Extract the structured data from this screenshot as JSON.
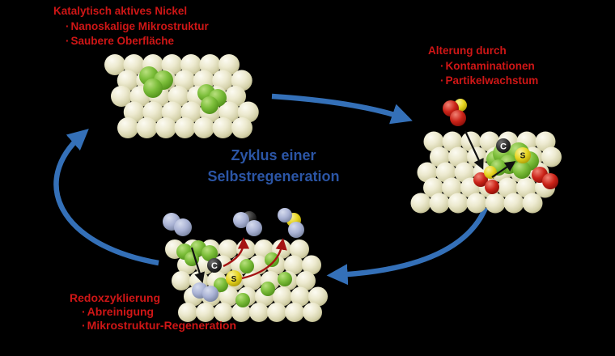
{
  "figure_title": {
    "line1": "Zyklus einer",
    "line2": "Selbstregeneration"
  },
  "bullet_char": "·",
  "stages": [
    {
      "title": "Katalytisch aktives Nickel",
      "bullets": [
        "Nanoskalige Mikrostruktur",
        "Saubere Oberfläche"
      ]
    },
    {
      "title": "Alterung durch",
      "bullets": [
        "Kontaminationen",
        "Partikelwachstum"
      ]
    },
    {
      "title": "Redoxzyklierung",
      "bullets": [
        "Abreinigung",
        "Mikrostruktur-Regeneration"
      ]
    }
  ],
  "atoms": {
    "carbon": "C",
    "sulfur": "S"
  },
  "colors": {
    "background": "#000000",
    "label_red": "#cf1616",
    "title_blue": "#2b55a5",
    "cycle_arrow_blue": "#3470b8",
    "desorption_arrow_red": "#a51313",
    "adsorption_arrow_black": "#111111",
    "nickel_cream": "#ece9cc",
    "contaminant_green": "#76b82f",
    "oxygen_red": "#c62121",
    "sulfur_yellow": "#e8d41f",
    "oxide_lavender": "#a9b2d4",
    "carbon_dark": "#2e2e2e"
  }
}
